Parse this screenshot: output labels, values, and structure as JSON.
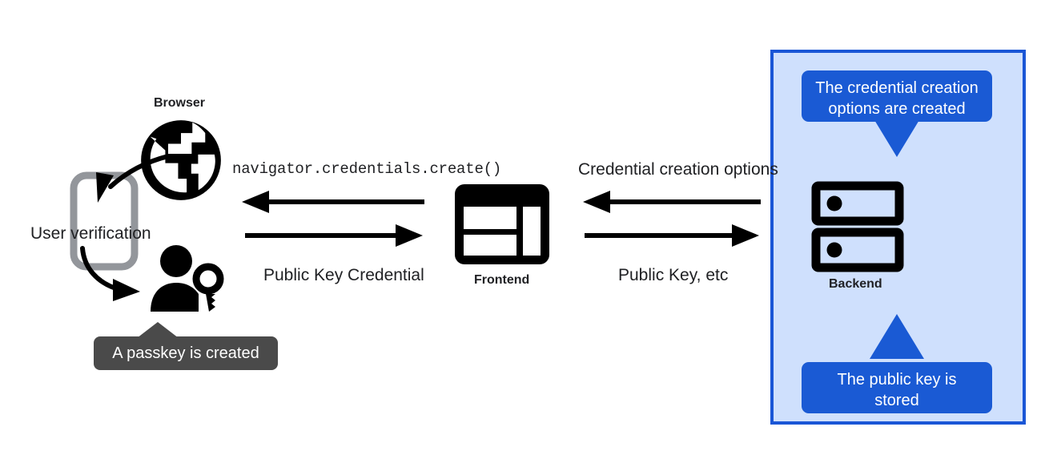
{
  "diagram": {
    "title": "WebAuthn passkey registration flow",
    "background": "#ffffff"
  },
  "colors": {
    "panel_fill": "#cfe0fd",
    "panel_border": "#1a56d6",
    "bubble_blue": "#1a5ad4",
    "tooltip_gray": "#4a4a4a",
    "icon_black": "#000000",
    "phone_gray": "#93969b",
    "text": "#202124"
  },
  "client": {
    "browser_label": "Browser",
    "browser_icon": "globe-icon",
    "phone_icon": "smartphone-icon",
    "user_verification_label": "User verification",
    "user_key_icon": "user-with-key-icon",
    "passkey_tooltip": "A passkey is created"
  },
  "frontend": {
    "label": "Frontend",
    "icon": "web-layout-icon"
  },
  "backend": {
    "label": "Backend",
    "icon": "server-rack-icon",
    "top_callout": "The credential creation options are created",
    "top_callout_line1": "The credential creation",
    "top_callout_line2": "options are created",
    "bottom_callout": "The public key is stored",
    "bottom_callout_line1": "The public key is",
    "bottom_callout_line2": "stored"
  },
  "flows": {
    "browser_to_frontend": [
      {
        "label": "navigator.credentials.create()",
        "direction": "left",
        "style": "monospace",
        "from": "frontend",
        "to": "browser"
      },
      {
        "label": "Public Key Credential",
        "direction": "right",
        "style": "sans",
        "from": "browser",
        "to": "frontend"
      }
    ],
    "frontend_to_backend": [
      {
        "label": "Credential creation options",
        "direction": "left",
        "style": "sans",
        "from": "backend",
        "to": "frontend"
      },
      {
        "label": "Public Key, etc",
        "direction": "right",
        "style": "sans",
        "from": "frontend",
        "to": "backend"
      }
    ]
  }
}
